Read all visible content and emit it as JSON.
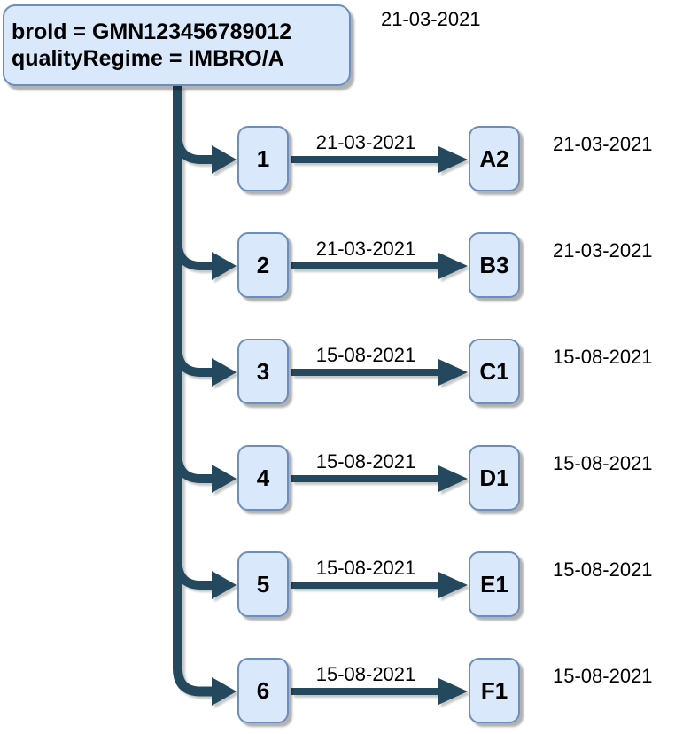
{
  "diagram": {
    "root": {
      "line1": "broId = GMN123456789012",
      "line2": "qualityRegime = IMBRO/A",
      "date": "21-03-2021"
    },
    "rows": [
      {
        "num": "1",
        "edge_date": "21-03-2021",
        "node": "A2",
        "right_date": "21-03-2021"
      },
      {
        "num": "2",
        "edge_date": "21-03-2021",
        "node": "B3",
        "right_date": "21-03-2021"
      },
      {
        "num": "3",
        "edge_date": "15-08-2021",
        "node": "C1",
        "right_date": "15-08-2021"
      },
      {
        "num": "4",
        "edge_date": "15-08-2021",
        "node": "D1",
        "right_date": "15-08-2021"
      },
      {
        "num": "5",
        "edge_date": "15-08-2021",
        "node": "E1",
        "right_date": "15-08-2021"
      },
      {
        "num": "6",
        "edge_date": "15-08-2021",
        "node": "F1",
        "right_date": "15-08-2021"
      }
    ],
    "colors": {
      "node_fill": "#DAE8FC",
      "node_border": "#6C8EBF",
      "connector": "#24485D",
      "text": "#000000",
      "background": "#FFFFFF"
    }
  }
}
